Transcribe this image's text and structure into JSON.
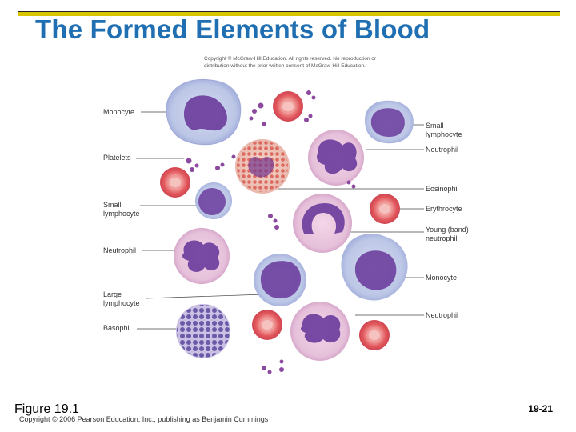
{
  "slide": {
    "title": "The Formed Elements of Blood",
    "image_copyright": "Copyright © McGraw-Hill Education. All rights reserved. No reproduction or distribution without the prior written consent of McGraw-Hill Education.",
    "figure_number": "Figure 19.1",
    "copyright": "Copyright © 2006 Pearson Education, Inc., publishing as Benjamin Cummings",
    "slide_number": "19-21"
  },
  "labels_left": [
    "Monocyte",
    "Platelets",
    "Small\nlymphocyte",
    "Neutrophil",
    "Large\nlymphocyte",
    "Basophil"
  ],
  "labels_right": [
    "Small\nlymphocyte",
    "Neutrophil",
    "Eosinophil",
    "Erythrocyte",
    "Young (band)\nneutrophil",
    "Monocyte",
    "Neutrophil"
  ],
  "colors": {
    "title": "#1f6fb2",
    "title_rule": "#d9c400",
    "erythrocyte": "#e0595e",
    "cytoplasm_blue": "#c7cfe8",
    "cytoplasm_pink": "#e8c8de",
    "nucleus": "#6a3b9c"
  }
}
